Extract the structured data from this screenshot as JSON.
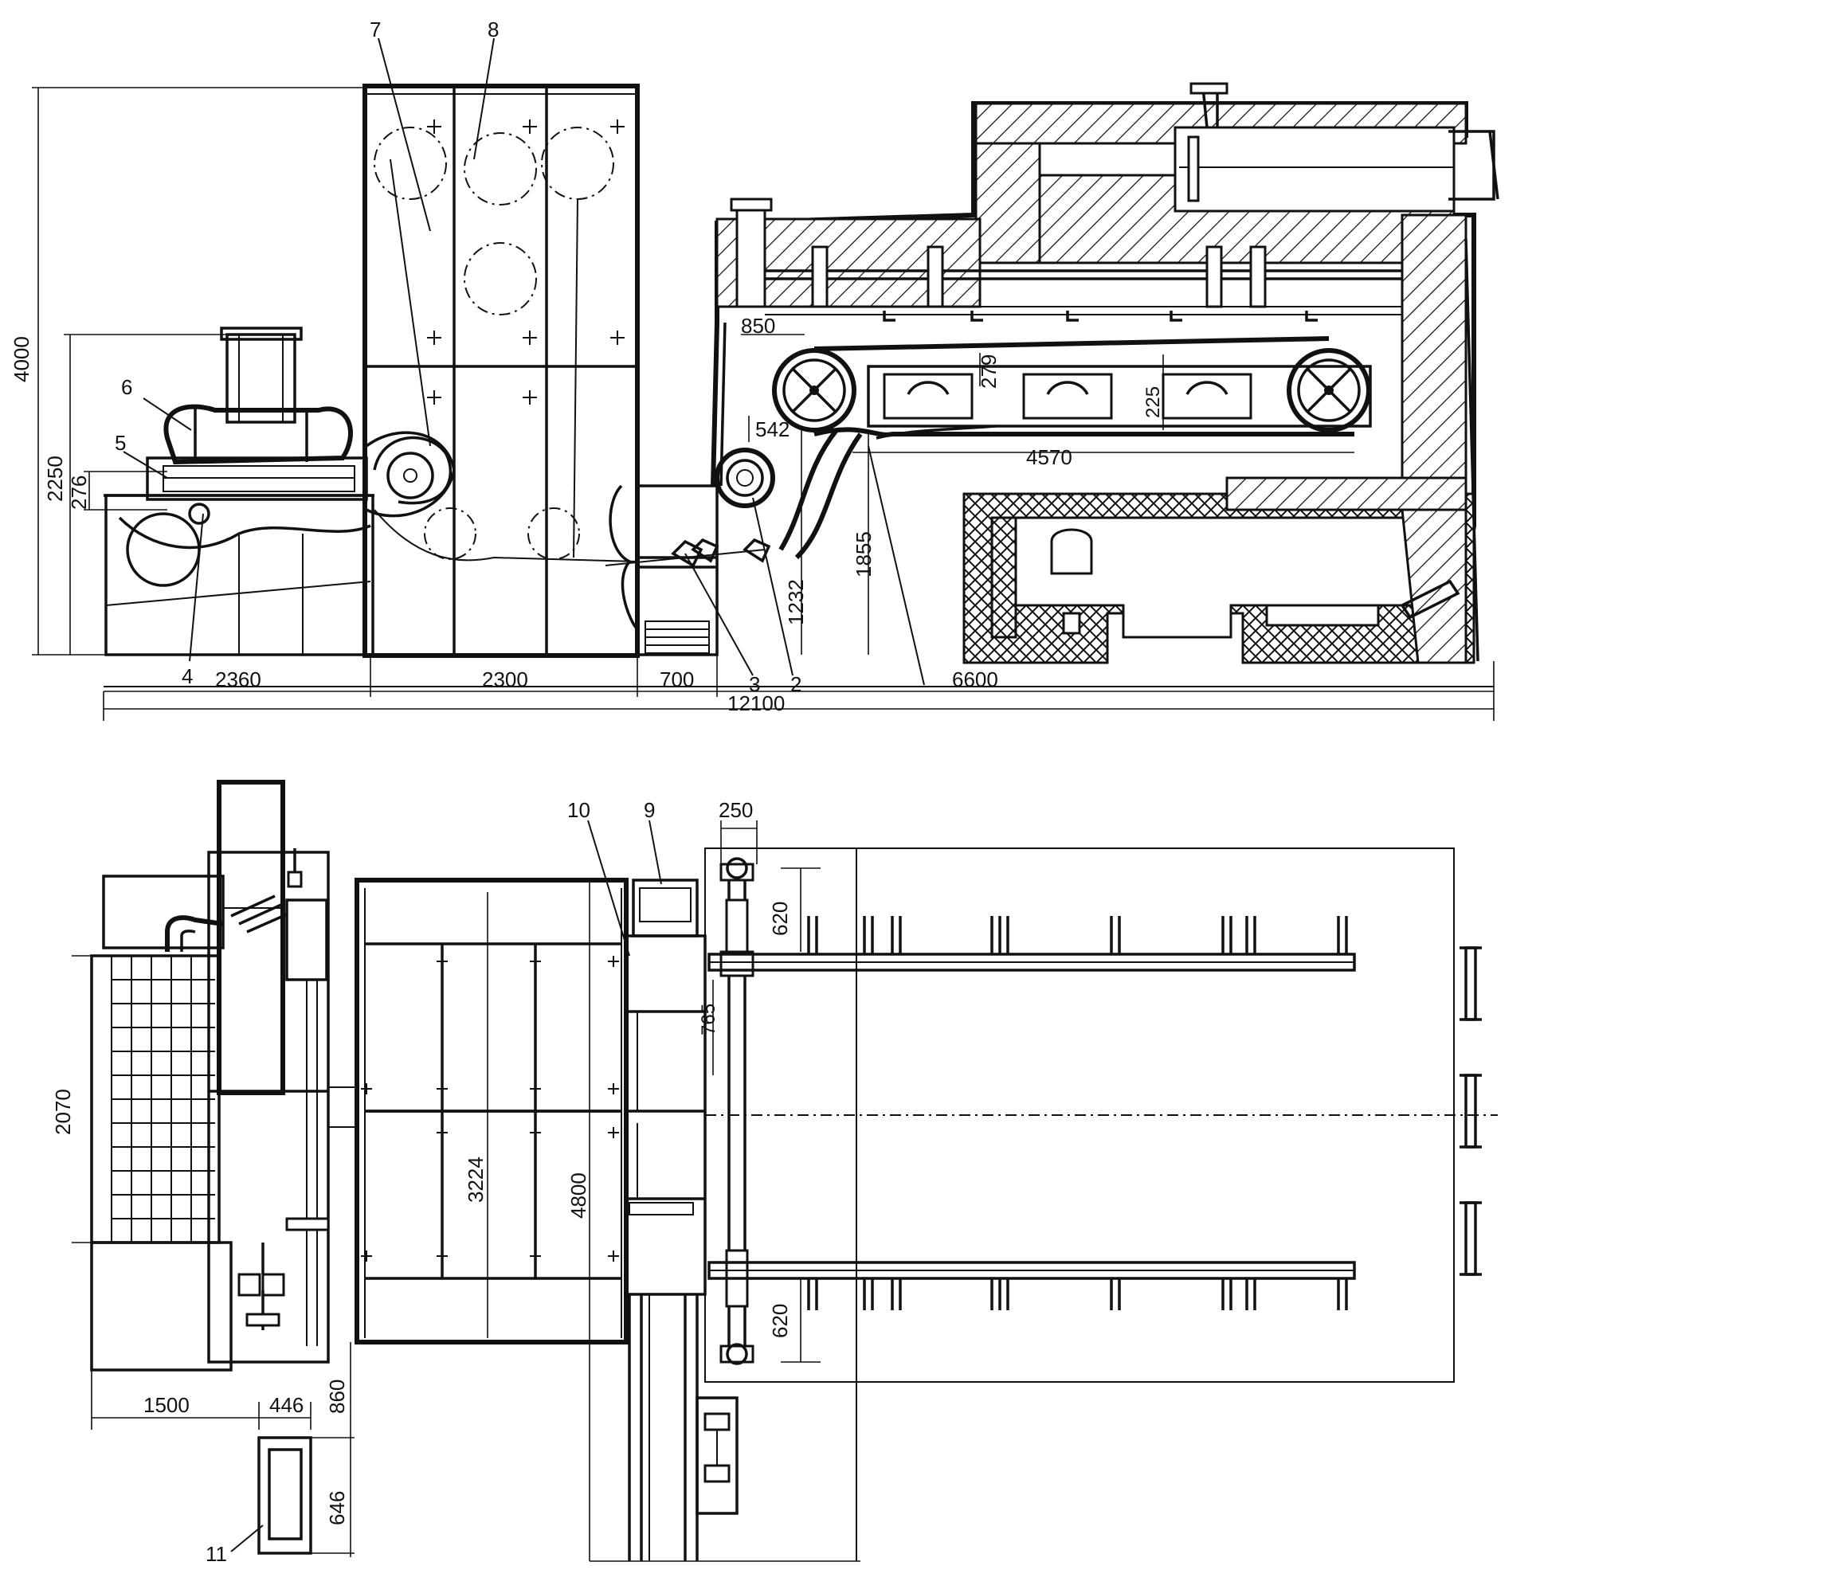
{
  "side_view": {
    "part_numbers": [
      "7",
      "8",
      "6",
      "5",
      "4",
      "3",
      "2"
    ],
    "dimensions": {
      "overall_height": "4000",
      "height_2250": "2250",
      "height_276": "276",
      "width_2360": "2360",
      "width_2300": "2300",
      "width_700": "700",
      "overall_length": "12100",
      "width_6600": "6600",
      "dim_850": "850",
      "dim_542": "542",
      "dim_279": "279",
      "dim_225": "225",
      "dim_4570": "4570",
      "height_1855": "1855",
      "height_1232": "1232"
    }
  },
  "plan_view": {
    "part_numbers": [
      "10",
      "9",
      "11"
    ],
    "dimensions": {
      "dim_250": "250",
      "dim_620_top": "620",
      "dim_765": "765",
      "dim_2070": "2070",
      "dim_3224": "3224",
      "dim_4800": "4800",
      "dim_620_bottom": "620",
      "dim_1500": "1500",
      "dim_446": "446",
      "dim_860": "860",
      "dim_646": "646"
    }
  }
}
